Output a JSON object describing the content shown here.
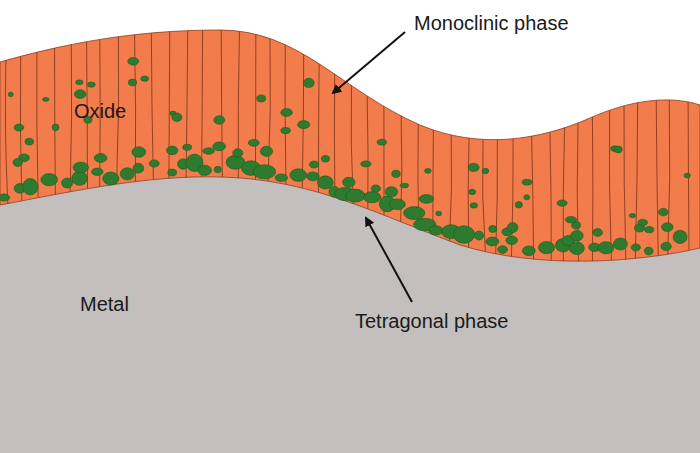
{
  "diagram": {
    "labels": [
      "Monoclinic phase",
      "Oxide",
      "Metal",
      "Tetragonal phase"
    ]
  }
}
